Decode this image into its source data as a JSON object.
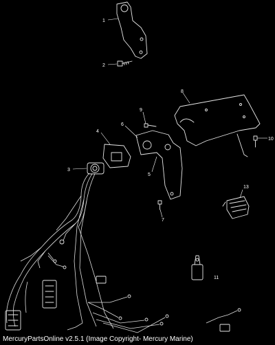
{
  "callouts": {
    "c1": "1",
    "c2": "2",
    "c3": "3",
    "c4": "4",
    "c5": "5",
    "c6": "6",
    "c7": "7",
    "c8": "8",
    "c9": "9",
    "c10": "10",
    "c11": "11",
    "c13": "13"
  },
  "footer": {
    "text": "MercuryPartsOnline v2.5.1 (Image Copyright- Mercury Marine)"
  }
}
